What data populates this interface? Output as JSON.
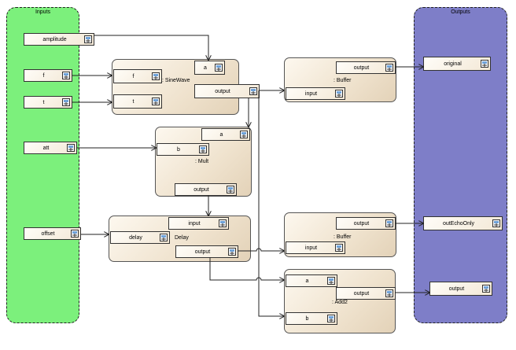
{
  "lanes": {
    "inputs": "Inputs",
    "outputs": "Outputs"
  },
  "inputs": {
    "amplitude": "amplitude",
    "f": "f",
    "t": "t",
    "att": "att",
    "offset": "offset"
  },
  "outputs": {
    "original": "original",
    "outEchoOnly": "outEchoOnly",
    "output": "output"
  },
  "blocks": {
    "sinewave": {
      "name": ": SineWave",
      "ports": {
        "a": "a",
        "f": "f",
        "t": "t",
        "output": "output"
      }
    },
    "mult": {
      "name": ": Mult",
      "ports": {
        "a": "a",
        "b": "b",
        "output": "output"
      }
    },
    "delay": {
      "name": "Delay",
      "ports": {
        "input": "input",
        "delay": "delay",
        "output": "output"
      }
    },
    "buffer1": {
      "name": ": Buffer",
      "ports": {
        "output": "output",
        "input": "input"
      }
    },
    "buffer2": {
      "name": ": Buffer",
      "ports": {
        "output": "output",
        "input": "input"
      }
    },
    "add2": {
      "name": ": Add2",
      "ports": {
        "a": "a",
        "output": "output",
        "b": "b"
      }
    }
  },
  "icon": "block-element-icon",
  "colors": {
    "inputs_lane": "#7cf07c",
    "outputs_lane": "#7e7ec8",
    "block_fill": "#efe2cd",
    "connector": "#222222"
  }
}
